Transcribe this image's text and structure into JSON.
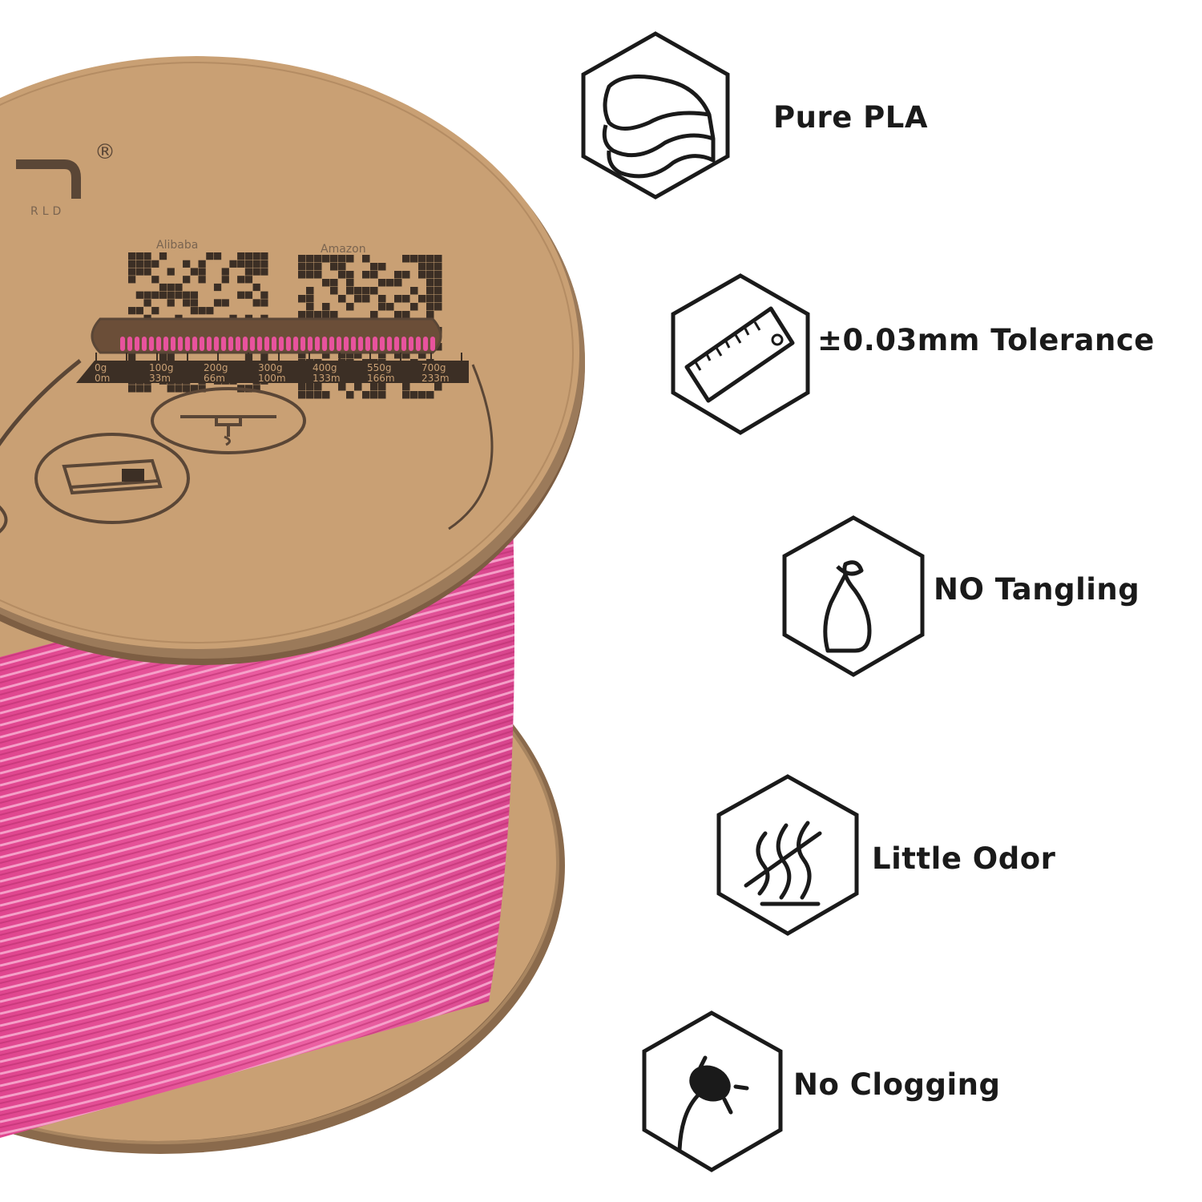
{
  "product": {
    "filament_color": "#e8539d",
    "cardboard_color": "#c9a074",
    "spool_label": {
      "brand_mark": "®",
      "brand_sub": "RLD",
      "qr_left_label": "Alibaba",
      "qr_right_label": "Amazon",
      "scale_weights": [
        "0g",
        "100g",
        "200g",
        "300g",
        "400g",
        "550g",
        "700g"
      ],
      "scale_lengths": [
        "0m",
        "33m",
        "66m",
        "100m",
        "133m",
        "166m",
        "233m"
      ]
    }
  },
  "features": [
    {
      "label": "Pure PLA",
      "icon": "layers-icon"
    },
    {
      "label": "±0.03mm Tolerance",
      "icon": "ruler-icon"
    },
    {
      "label": "NO Tangling",
      "icon": "knot-icon"
    },
    {
      "label": "Little Odor",
      "icon": "odor-icon"
    },
    {
      "label": "No Clogging",
      "icon": "clog-icon"
    }
  ]
}
